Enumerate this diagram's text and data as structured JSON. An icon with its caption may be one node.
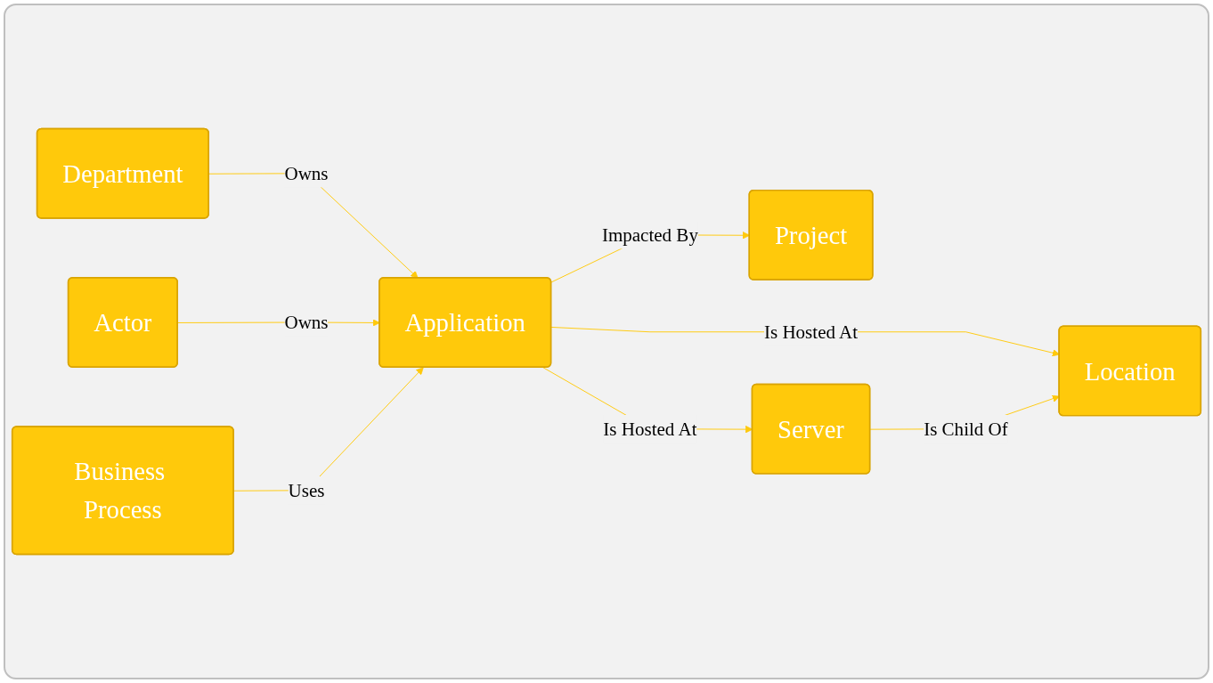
{
  "diagram": {
    "nodes": [
      {
        "text": [
          "Department"
        ]
      },
      {
        "text": [
          "Business Process"
        ]
      },
      {
        "text": [
          "Actor"
        ]
      },
      {
        "text": [
          "Application"
        ]
      },
      {
        "text": [
          "Project"
        ]
      },
      {
        "text": [
          "Server"
        ]
      },
      {
        "text": [
          "Location"
        ]
      }
    ],
    "edges": [
      {
        "from": 0,
        "to": 3,
        "arrow": "to",
        "label": "Owns"
      },
      {
        "from": 2,
        "to": 3,
        "arrow": "to",
        "label": "Owns"
      },
      {
        "from": 1,
        "to": 3,
        "arrow": "to",
        "label": "Uses"
      },
      {
        "from": 3,
        "to": 4,
        "arrow": "to",
        "label": "Impacted By"
      },
      {
        "from": 3,
        "to": 5,
        "arrow": "to",
        "label": "Is Hosted At"
      },
      {
        "from": 3,
        "to": 6,
        "arrow": "to",
        "label": "Is Hosted At"
      },
      {
        "from": 5,
        "to": 6,
        "arrow": "to",
        "label": "Is Child Of"
      }
    ]
  }
}
